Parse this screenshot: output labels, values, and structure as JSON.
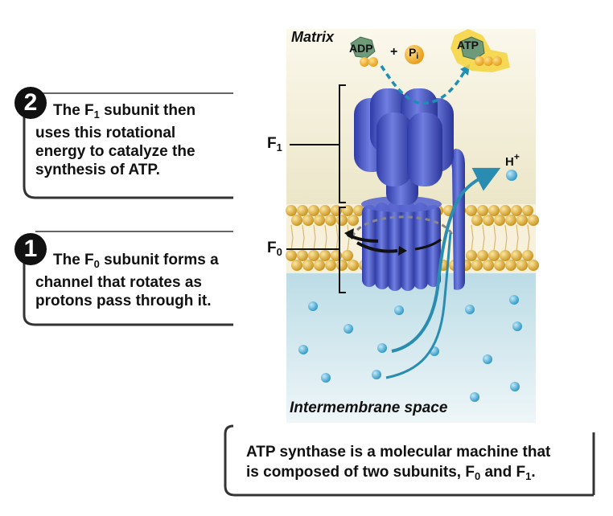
{
  "step2": {
    "number": "2",
    "line1_pre": "The F",
    "line1_sub": "1",
    "line1_post": " subunit then",
    "line2": "uses this rotational",
    "line3": "energy to catalyze the",
    "line4": "synthesis of ATP."
  },
  "step1": {
    "number": "1",
    "line1_pre": "The F",
    "line1_sub": "0",
    "line1_post": " subunit forms a",
    "line2": "channel that rotates as",
    "line3": "protons pass through it."
  },
  "regions": {
    "matrix": "Matrix",
    "intermembrane": "Intermembrane space"
  },
  "labels": {
    "f1_main": "F",
    "f1_sub": "1",
    "f0_main": "F",
    "f0_sub": "0",
    "adp": "ADP",
    "plus": "+",
    "pi_main": "P",
    "pi_sub": "i",
    "atp": "ATP",
    "h_main": "H",
    "h_sup": "+"
  },
  "caption": {
    "line1": "ATP synthase is a molecular machine that",
    "line2_pre": "is composed of two subunits, F",
    "line2_sub1": "0",
    "line2_mid": " and F",
    "line2_sub2": "1",
    "line2_post": "."
  },
  "colors": {
    "matrix_bg": "#f3eed6",
    "intermembrane_bg": "#d4e8ee",
    "membrane_head": "#e6b43a",
    "protein": "#4a57c4",
    "arrow_teal": "#2a8cb0",
    "proton": "#3aa6d0"
  }
}
